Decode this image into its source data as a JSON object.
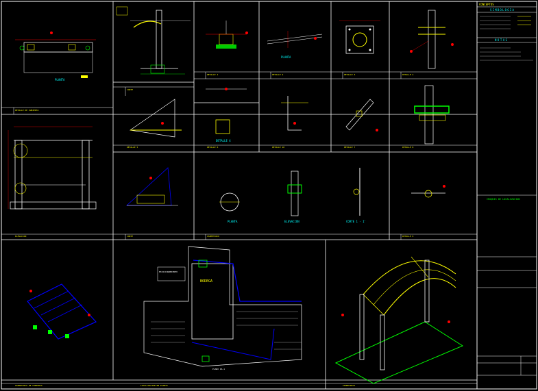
{
  "sheet": {
    "background": "#000000",
    "line_colors": {
      "frame": "#ffffff",
      "annotation": "#ffff00",
      "dimension": "#ff0000",
      "highlight": "#00ff00",
      "plan": "#0000ff",
      "section": "#00ffff",
      "accent": "#ff00ff"
    }
  },
  "cartouche": {
    "top_label": "CONCEPTOS",
    "section_header": "SIMBOLOGIA",
    "notes_header": "NOTAS",
    "location_label": "CROQUIS DE LOCALIZACION"
  },
  "labels": {
    "planta_1": "PLANTA",
    "planta_2": "PLANTA",
    "planta_3": "PLANTA",
    "detalle_4": "DETALLE 4",
    "elevacion": "ELEVACION",
    "corte": "CORTE 1 - 1'",
    "bodega": "BODEGA",
    "note_1": "ESTACIONAMIENTO",
    "note_2": "PLANO DA-1"
  },
  "panel_titles": {
    "row1": [
      "DETALLE DE CUBIERTA",
      "CORTE",
      "DETALLE 1",
      "DETALLE 2",
      "DETALLE 3",
      "DETALLE 4"
    ],
    "row2": [
      "ELEVACION",
      "DETALLE 5",
      "DETALLE 6",
      "DETALLE 7",
      "DETALLE 8"
    ],
    "row3": [
      "CORTE",
      "ISOMETRICO",
      "DETALLE 9",
      "DETALLE 10"
    ],
    "row4": [
      "ISOMETRICO DE CUBIERTA",
      "LOCALIZACION EN PLANTA",
      "ISOMETRICO"
    ]
  }
}
